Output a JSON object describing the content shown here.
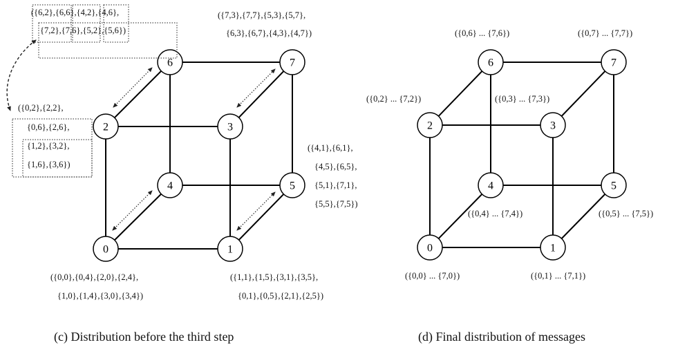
{
  "panel_c": {
    "caption": "(c)  Distribution before the third step",
    "nodes": {
      "n0": "0",
      "n1": "1",
      "n2": "2",
      "n3": "3",
      "n4": "4",
      "n5": "5",
      "n6": "6",
      "n7": "7"
    },
    "labels": {
      "n6": {
        "l1": "({6,2},{6,6},{4,2},{4,6},",
        "l2": "{7,2},{7,6},{5,2},{5,6})"
      },
      "n7": {
        "l1": "({7,3},{7,7},{5,3},{5,7},",
        "l2": "{6,3},{6,7},{4,3},{4,7})"
      },
      "n2": {
        "l1": "({0,2},{2,2},",
        "l2": "{0,6},{2,6},",
        "l3": "{1,2},{3,2},",
        "l4": "{1,6},{3,6})"
      },
      "n5": {
        "l1": "({4,1},{6,1},",
        "l2": "{4,5},{6,5},",
        "l3": "{5,1},{7,1},",
        "l4": "{5,5},{7,5})"
      },
      "n0": {
        "l1": "({0,0},{0,4},{2,0},{2,4},",
        "l2": "{1,0},{1,4},{3,0},{3,4})"
      },
      "n1": {
        "l1": "({1,1},{1,5},{3,1},{3,5},",
        "l2": "{0,1},{0,5},{2,1},{2,5})"
      }
    }
  },
  "panel_d": {
    "caption": "(d)  Final distribution of messages",
    "nodes": {
      "n0": "0",
      "n1": "1",
      "n2": "2",
      "n3": "3",
      "n4": "4",
      "n5": "5",
      "n6": "6",
      "n7": "7"
    },
    "labels": {
      "n0": "({0,0} ... {7,0})",
      "n1": "({0,1} ... {7,1})",
      "n2": "({0,2} ... {7,2})",
      "n3": "({0,3} ... {7,3})",
      "n4": "({0,4} ... {7,4})",
      "n5": "({0,5} ... {7,5})",
      "n6": "({0,6} ... {7,6})",
      "n7": "({0,7} ... {7,7})"
    }
  }
}
